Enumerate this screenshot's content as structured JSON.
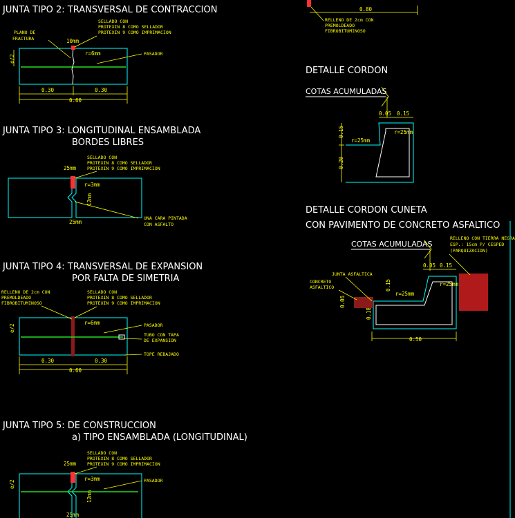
{
  "titles": {
    "tipo2": "JUNTA TIPO 2: TRANSVERSAL DE CONTRACCION",
    "tipo3_l1": "JUNTA TIPO 3: LONGITUDINAL ENSAMBLADA",
    "tipo3_l2": "BORDES LIBRES",
    "tipo4_l1": "JUNTA TIPO 4: TRANSVERSAL DE EXPANSION",
    "tipo4_l2": "POR FALTA DE SIMETRIA",
    "tipo5_l1": "JUNTA TIPO 5: DE CONSTRUCCION",
    "tipo5_l2": "a) TIPO ENSAMBLADA (LONGITUDINAL)",
    "cordon": "DETALLE CORDON",
    "cuneta_l1": "DETALLE CORDON CUNETA",
    "cuneta_l2": "CON PAVIMENTO DE CONCRETO ASFALTICO"
  },
  "notes": {
    "sellado_1": "SELLADO CON",
    "sellado_2": "PROTEXIN 8 COMO SELLADOR",
    "sellado_3": "PROTEXIN 9 COMO IMPRIMACION",
    "plano_1": "PLANO DE",
    "plano_2": "FRACTURA",
    "pasador": "PASADOR",
    "cara_1": "UNA CARA PINTADA",
    "cara_2": "CON ASFALTO",
    "relleno_1": "RELLENO DE 2cm CON",
    "relleno_2": "PREMOLDEADO",
    "relleno_3": "FIBROBITUMINOSO",
    "tubo_1": "TUBO CON TAPA",
    "tubo_2": "DE EXPANSION",
    "tope": "TOPE REBAJADO",
    "cotas": "COTAS ACUMULADAS",
    "junta_asf": "JUNTA ASFALTICA",
    "concreto_1": "CONCRETO",
    "concreto_2": "ASFALTICO",
    "tierra_1": "RELLENO CON TIERRA NEGRA",
    "tierra_2": "ESP.: 15cm P/ CESPED",
    "tierra_3": "(PARQUIZACION)"
  },
  "dims": {
    "e2": "e/2",
    "mm10": "10mm",
    "r6": "r=6mm",
    "r3": "r=3mm",
    "r25": "r=25mm",
    "mm25": "25mm",
    "mm12": "12mm",
    "d030": "0.30",
    "d060": "0.60",
    "d080": "0.80",
    "d005": "0.05",
    "d015": "0.15",
    "d020": "0.20",
    "d006": "0.06",
    "d018": "0.18",
    "d050": "0.50"
  }
}
